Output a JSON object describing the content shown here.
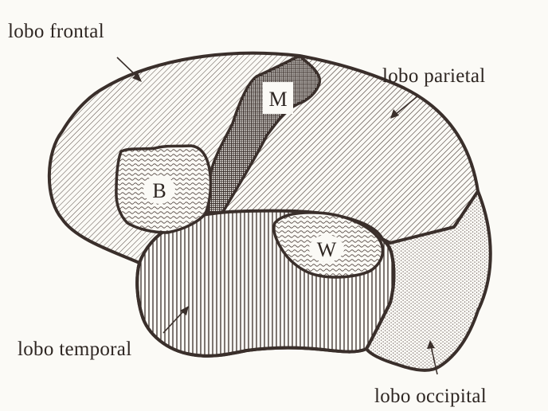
{
  "diagram": {
    "colors": {
      "background": "#fbfaf6",
      "outline": "#3a2f2b",
      "hatch": "#5a4e48",
      "text": "#2e2622"
    },
    "lobes": [
      {
        "id": "frontal",
        "label": "lobo frontal",
        "pattern": "diagonal-hatch"
      },
      {
        "id": "parietal",
        "label": "lobo parietal",
        "pattern": "diagonal-hatch"
      },
      {
        "id": "temporal",
        "label": "lobo temporal",
        "pattern": "vertical-lines"
      },
      {
        "id": "occipital",
        "label": "lobo occipital",
        "pattern": "fine-dots"
      }
    ],
    "areas": [
      {
        "id": "broca",
        "letter": "B",
        "pattern": "wavy-lines"
      },
      {
        "id": "motor",
        "letter": "M",
        "pattern": "crosshatch"
      },
      {
        "id": "wernicke",
        "letter": "W",
        "pattern": "wavy-lines"
      }
    ]
  }
}
